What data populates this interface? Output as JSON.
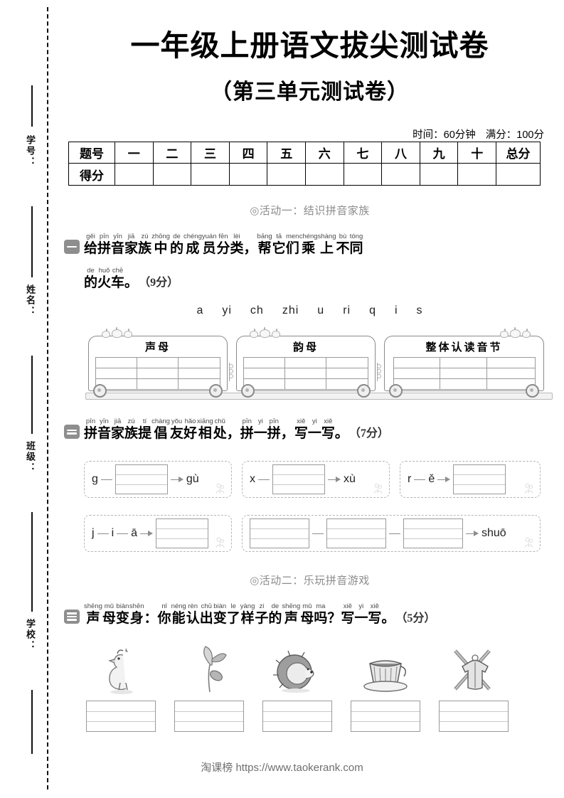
{
  "header": {
    "title": "一年级上册语文拔尖测试卷",
    "subtitle": "（第三单元测试卷）",
    "time_label": "时间：60分钟",
    "full_score_label": "满分：100分"
  },
  "margin": {
    "labels": [
      "学号：",
      "姓名：",
      "班级：",
      "学校："
    ]
  },
  "score_table": {
    "row_head_label": "题号",
    "row_score_label": "得分",
    "columns": [
      "一",
      "二",
      "三",
      "四",
      "五",
      "六",
      "七",
      "八",
      "九",
      "十"
    ],
    "total_label": "总分"
  },
  "activities": [
    {
      "id": "activity-1",
      "text": "◎活动一：结识拼音家族"
    },
    {
      "id": "activity-2",
      "text": "◎活动二：乐玩拼音游戏"
    }
  ],
  "questions": [
    {
      "number": 1,
      "badge_bars": 1,
      "marks": "（9分）",
      "line1": [
        {
          "py": "gěi",
          "hz": "给"
        },
        {
          "py": "pīn",
          "hz": "拼"
        },
        {
          "py": "yīn",
          "hz": "音"
        },
        {
          "py": "jiā",
          "hz": "家"
        },
        {
          "py": "zú",
          "hz": "族"
        },
        {
          "py": "zhōng",
          "hz": "中"
        },
        {
          "py": "de",
          "hz": "的"
        },
        {
          "py": "chéng",
          "hz": "成"
        },
        {
          "py": "yuán",
          "hz": "员"
        },
        {
          "py": "fēn",
          "hz": "分"
        },
        {
          "py": "lèi",
          "hz": "类"
        },
        {
          "py": "",
          "hz": "，"
        },
        {
          "py": "bāng",
          "hz": "帮"
        },
        {
          "py": "tā",
          "hz": "它"
        },
        {
          "py": "men",
          "hz": "们"
        },
        {
          "py": "chéng",
          "hz": "乘"
        },
        {
          "py": "shàng",
          "hz": "上"
        },
        {
          "py": "bù",
          "hz": "不"
        },
        {
          "py": "tóng",
          "hz": "同"
        }
      ],
      "line2": [
        {
          "py": "de",
          "hz": "的"
        },
        {
          "py": "huǒ",
          "hz": "火"
        },
        {
          "py": "chē",
          "hz": "车"
        },
        {
          "py": "",
          "hz": "。"
        }
      ]
    },
    {
      "number": 2,
      "badge_bars": 2,
      "marks": "（7分）",
      "line1": [
        {
          "py": "pīn",
          "hz": "拼"
        },
        {
          "py": "yīn",
          "hz": "音"
        },
        {
          "py": "jiā",
          "hz": "家"
        },
        {
          "py": "zú",
          "hz": "族"
        },
        {
          "py": "tí",
          "hz": "提"
        },
        {
          "py": "chàng",
          "hz": "倡"
        },
        {
          "py": "yǒu",
          "hz": "友"
        },
        {
          "py": "hǎo",
          "hz": "好"
        },
        {
          "py": "xiāng",
          "hz": "相"
        },
        {
          "py": "chǔ",
          "hz": "处"
        },
        {
          "py": "",
          "hz": "，"
        },
        {
          "py": "pīn",
          "hz": "拼"
        },
        {
          "py": "yi",
          "hz": "一"
        },
        {
          "py": "pīn",
          "hz": "拼"
        },
        {
          "py": "",
          "hz": "，"
        },
        {
          "py": "xiě",
          "hz": "写"
        },
        {
          "py": "yi",
          "hz": "一"
        },
        {
          "py": "xiě",
          "hz": "写"
        },
        {
          "py": "",
          "hz": "。"
        }
      ]
    },
    {
      "number": 3,
      "badge_bars": 3,
      "marks": "（5分）",
      "line1": [
        {
          "py": "shēng",
          "hz": "声"
        },
        {
          "py": "mǔ",
          "hz": "母"
        },
        {
          "py": "biàn",
          "hz": "变"
        },
        {
          "py": "shēn",
          "hz": "身"
        },
        {
          "py": "",
          "hz": "："
        },
        {
          "py": "nǐ",
          "hz": "你"
        },
        {
          "py": "néng",
          "hz": "能"
        },
        {
          "py": "rèn",
          "hz": "认"
        },
        {
          "py": "chū",
          "hz": "出"
        },
        {
          "py": "biàn",
          "hz": "变"
        },
        {
          "py": "le",
          "hz": "了"
        },
        {
          "py": "yàng",
          "hz": "样"
        },
        {
          "py": "zi",
          "hz": "子"
        },
        {
          "py": "de",
          "hz": "的"
        },
        {
          "py": "shēng",
          "hz": "声"
        },
        {
          "py": "mǔ",
          "hz": "母"
        },
        {
          "py": "ma",
          "hz": "吗"
        },
        {
          "py": "",
          "hz": "？"
        },
        {
          "py": "xiě",
          "hz": "写"
        },
        {
          "py": "yi",
          "hz": "一"
        },
        {
          "py": "xiě",
          "hz": "写"
        },
        {
          "py": "",
          "hz": "。"
        }
      ]
    }
  ],
  "q1_letters": [
    "a",
    "yi",
    "ch",
    "zhi",
    "u",
    "ri",
    "q",
    "i",
    "s"
  ],
  "train_cars": [
    {
      "label": "声母",
      "rows": 3,
      "cols": 3
    },
    {
      "label": "韵母",
      "rows": 3,
      "cols": 3
    },
    {
      "label": "整体认读音节",
      "rows": 3,
      "cols": 3
    }
  ],
  "spelling_items": [
    {
      "id": "sp-1",
      "start": "g",
      "result": "gù",
      "boxes_before_result": 1,
      "mids": []
    },
    {
      "id": "sp-2",
      "start": "x",
      "result": "xù",
      "boxes_before_result": 1,
      "mids": []
    },
    {
      "id": "sp-3",
      "start": "r",
      "result": "",
      "boxes_before_result": 1,
      "mids": [
        "ě"
      ]
    },
    {
      "id": "sp-4",
      "start": "j",
      "result": "",
      "boxes_before_result": 1,
      "mids": [
        "i",
        "ā"
      ]
    },
    {
      "id": "sp-5",
      "start": "",
      "result": "shuō",
      "boxes_before_result": 3,
      "mids": []
    }
  ],
  "picture_items": [
    {
      "id": "pic-chicken",
      "icon": "chicken-icon"
    },
    {
      "id": "pic-sprout",
      "icon": "sprout-icon"
    },
    {
      "id": "pic-hedgehog",
      "icon": "hedgehog-icon"
    },
    {
      "id": "pic-cup",
      "icon": "cup-icon"
    },
    {
      "id": "pic-clothes",
      "icon": "clothes-icon"
    }
  ],
  "footer": {
    "watermark": "淘课榜 https://www.taokerank.com"
  },
  "colors": {
    "ink": "#111111",
    "gray_text": "#8c8c8c",
    "line_gray": "#9a9a9a",
    "badge_gray": "#8e8e8e"
  }
}
